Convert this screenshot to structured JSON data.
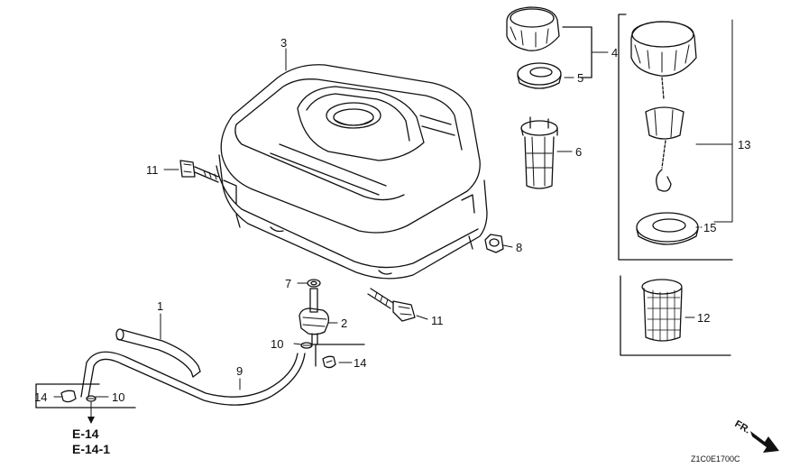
{
  "callouts": {
    "c1": "1",
    "c2": "2",
    "c3": "3",
    "c4": "4",
    "c5": "5",
    "c6": "6",
    "c7": "7",
    "c8": "8",
    "c9": "9",
    "c10a": "10",
    "c10b": "10",
    "c11a": "11",
    "c11b": "11",
    "c12": "12",
    "c13": "13",
    "c14a": "14",
    "c14b": "14",
    "c15": "15"
  },
  "refs": {
    "e14": "E-14",
    "e14_1": "E-14-1"
  },
  "direction": {
    "label": "FR."
  },
  "diagram_code": "Z1C0E1700C"
}
